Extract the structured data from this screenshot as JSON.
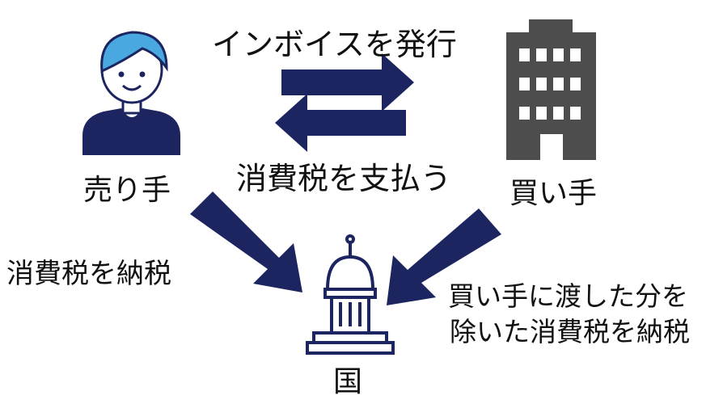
{
  "labels": {
    "top_arrow": "インボイスを発行",
    "bottom_arrow": "消費税を支払う",
    "seller": "売り手",
    "buyer": "買い手",
    "seller_tax": "消費税を納税",
    "buyer_tax_line1": "買い手に渡した分を",
    "buyer_tax_line2": "除いた消費税を納税",
    "country": "国"
  },
  "icons": {
    "seller": "person-icon",
    "buyer": "office-building-icon",
    "country": "capitol-dome-icon"
  },
  "colors": {
    "navy": "#1c2560",
    "hair": "#4aa8e0",
    "skin": "#ffffff",
    "building": "#4d4d4d",
    "text": "#111111"
  }
}
